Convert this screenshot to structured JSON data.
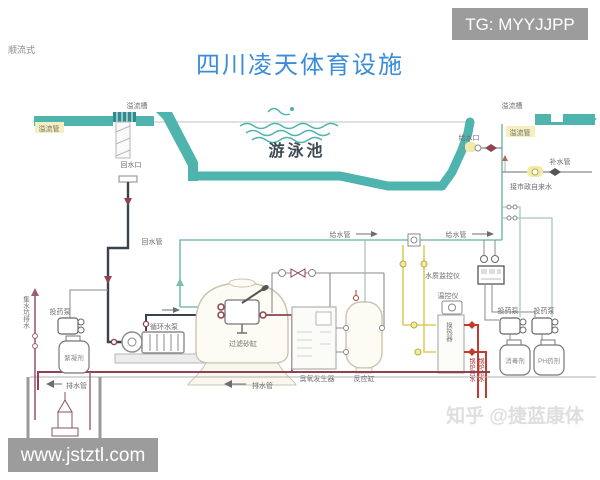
{
  "header": {
    "flow_type": "顺流式",
    "title": "四川凌天体育设施",
    "badge": "TG: MYYJJPP"
  },
  "footer": {
    "url": "www.jstztl.com",
    "watermark": "知乎 @捷蓝康体"
  },
  "pool": {
    "name": "游泳池",
    "gutter_left": "溢流槽",
    "overflow_left": "溢流管",
    "gutter_right": "溢流槽",
    "overflow_right": "溢流管",
    "return_outlet": "回水口",
    "supply_inlet": "给水口"
  },
  "pipes": {
    "return": "回水管",
    "supply1": "给水管",
    "supply2": "给水管",
    "drain1": "排水管",
    "drain2": "排水管",
    "makeup": "补水管",
    "city_water": "接市政自来水",
    "sump_drain": "集水坑排水",
    "boiler_return": "锅炉回水",
    "boiler_supply": "锅炉给水"
  },
  "equipment": {
    "pump": "循环水泵",
    "filter": "过滤砂缸",
    "ozone": "臭氧发生器",
    "reactor": "反应缸",
    "monitor": "水质监控仪",
    "temp_controller": "温控仪",
    "heat_exchanger": "换热器",
    "dosing_pump_left": "投药泵",
    "dosing_pump_1": "投药泵",
    "dosing_pump_2": "投药泵",
    "flocculant": "絮凝剂",
    "disinfectant": "消毒剂",
    "ph_agent": "PH药剂"
  },
  "colors": {
    "pool_teal": "#4FB3AE",
    "title_blue": "#3B8CD9",
    "badge_gray": "#9C9C9C",
    "return_pipe_dark": "#39424E",
    "drain_red": "#8F4250",
    "boiler_red": "#C23B2E",
    "yellow_pipe": "#D9CE5F",
    "supply_teal": "#7BBFB2",
    "chem_sage": "#A8C8B8"
  }
}
